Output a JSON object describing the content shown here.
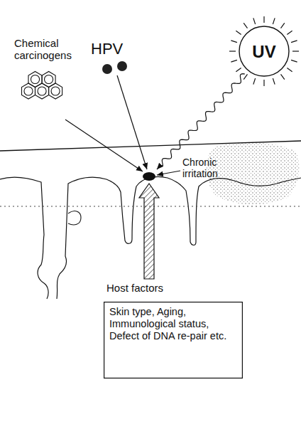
{
  "diagram": {
    "nodes": [
      {
        "text": [
          "UV"
        ]
      },
      {
        "text": [
          "Skin type, Aging, Immunological status, Defect of DNA re-pair etc."
        ]
      }
    ],
    "labels": [
      "Chemical carcinogens",
      "HPV",
      "Chronic irritation",
      "Host factors"
    ]
  }
}
